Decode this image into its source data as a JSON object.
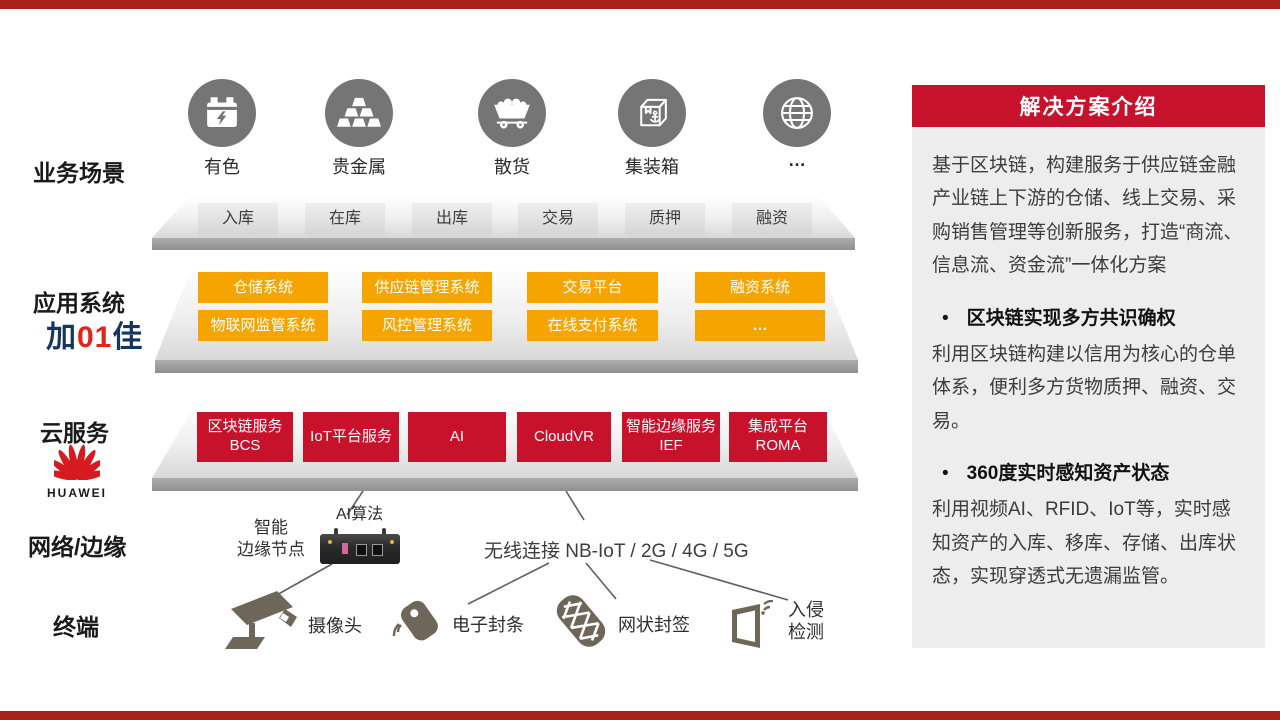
{
  "colors": {
    "accent_red": "#c8112a",
    "orange": "#f6a400",
    "edge_bar_red": "#a8201a",
    "scenario_circle_gray": "#757575"
  },
  "left_labels": {
    "business": "业务场景",
    "application": "应用系统",
    "cloud": "云服务",
    "network": "网络/边缘",
    "terminal": "终端"
  },
  "brand": {
    "jiajia_left": "加",
    "jiajia_mid": "01",
    "jiajia_right": "佳",
    "huawei": "HUAWEI"
  },
  "scenarios": [
    {
      "label": "有色",
      "icon": "battery-icon"
    },
    {
      "label": "贵金属",
      "icon": "gold-bars-icon"
    },
    {
      "label": "散货",
      "icon": "mine-cart-icon"
    },
    {
      "label": "集装箱",
      "icon": "container-icon"
    },
    {
      "label": "…",
      "icon": "globe-icon"
    }
  ],
  "process": [
    "入库",
    "在库",
    "出库",
    "交易",
    "质押",
    "融资"
  ],
  "apps": {
    "row1": [
      "仓储系统",
      "供应链管理系统",
      "交易平台",
      "融资系统"
    ],
    "row2": [
      "物联网监管系统",
      "风控管理系统",
      "在线支付系统",
      "…"
    ]
  },
  "cloud": [
    {
      "line1": "区块链服务",
      "line2": "BCS"
    },
    {
      "line1": "IoT平台服务",
      "line2": ""
    },
    {
      "line1": "AI",
      "line2": ""
    },
    {
      "line1": "CloudVR",
      "line2": ""
    },
    {
      "line1": "智能边缘服务",
      "line2": "IEF"
    },
    {
      "line1": "集成平台",
      "line2": "ROMA"
    }
  ],
  "edge": {
    "node_line1": "智能",
    "node_line2": "边缘节点",
    "ai_label": "AI算法",
    "wireless": "无线连接 NB-IoT / 2G / 4G / 5G"
  },
  "terminals": {
    "camera": "摄像头",
    "eseal": "电子封条",
    "mesh": "网状封签",
    "intrusion_line1": "入侵",
    "intrusion_line2": "检测"
  },
  "panel": {
    "title": "解决方案介绍",
    "intro": "基于区块链，构建服务于供应链金融产业链上下游的仓储、线上交易、采购销售管理等创新服务，打造“商流、信息流、资金流”一体化方案",
    "bullet1": "区块链实现多方共识确权",
    "para1": "利用区块链构建以信用为核心的仓单体系，便利多方货物质押、融资、交易。",
    "bullet2": "360度实时感知资产状态",
    "para2": "利用视频AI、RFID、IoT等，实时感知资产的入库、移库、存储、出库状态，实现穿透式无遗漏监管。"
  }
}
